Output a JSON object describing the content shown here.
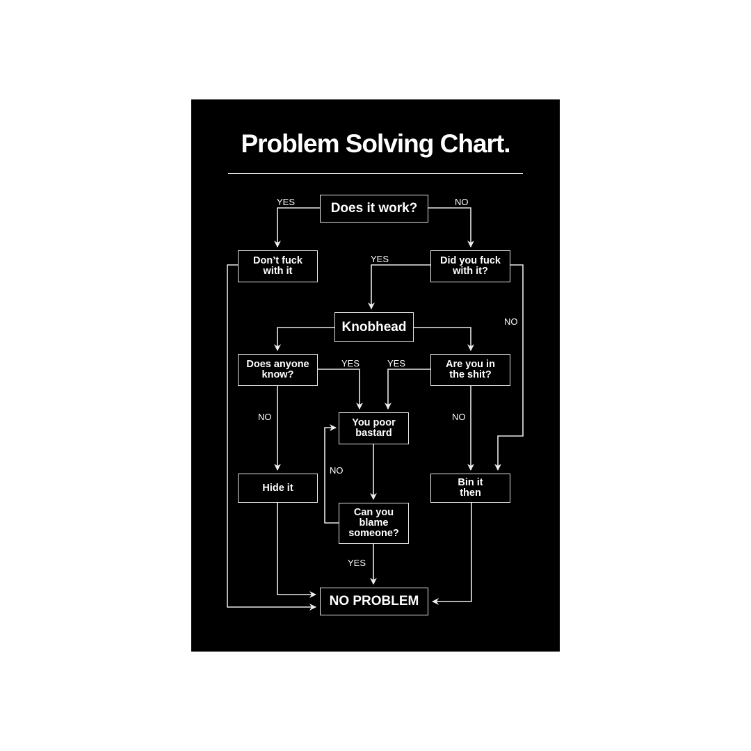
{
  "title": "Problem Solving Chart.",
  "nodes": {
    "does_it_work": "Does it work?",
    "dont_touch": "Don’t fuck\nwith it",
    "did_you_touch": "Did you fuck\nwith it?",
    "knobhead": "Knobhead",
    "does_anyone_know": "Does anyone\nknow?",
    "in_the_shit": "Are you in\nthe shit?",
    "poor_bastard": "You poor\nbastard",
    "hide_it": "Hide it",
    "bin_it": "Bin it\nthen",
    "blame": "Can you\nblame\nsomeone?",
    "no_problem": "NO PROBLEM"
  },
  "labels": {
    "work_yes": "YES",
    "work_no": "NO",
    "touch_yes": "YES",
    "touch_no": "NO",
    "know_yes": "YES",
    "shit_yes": "YES",
    "know_no": "NO",
    "shit_no": "NO",
    "blame_no": "NO",
    "blame_yes": "YES"
  }
}
